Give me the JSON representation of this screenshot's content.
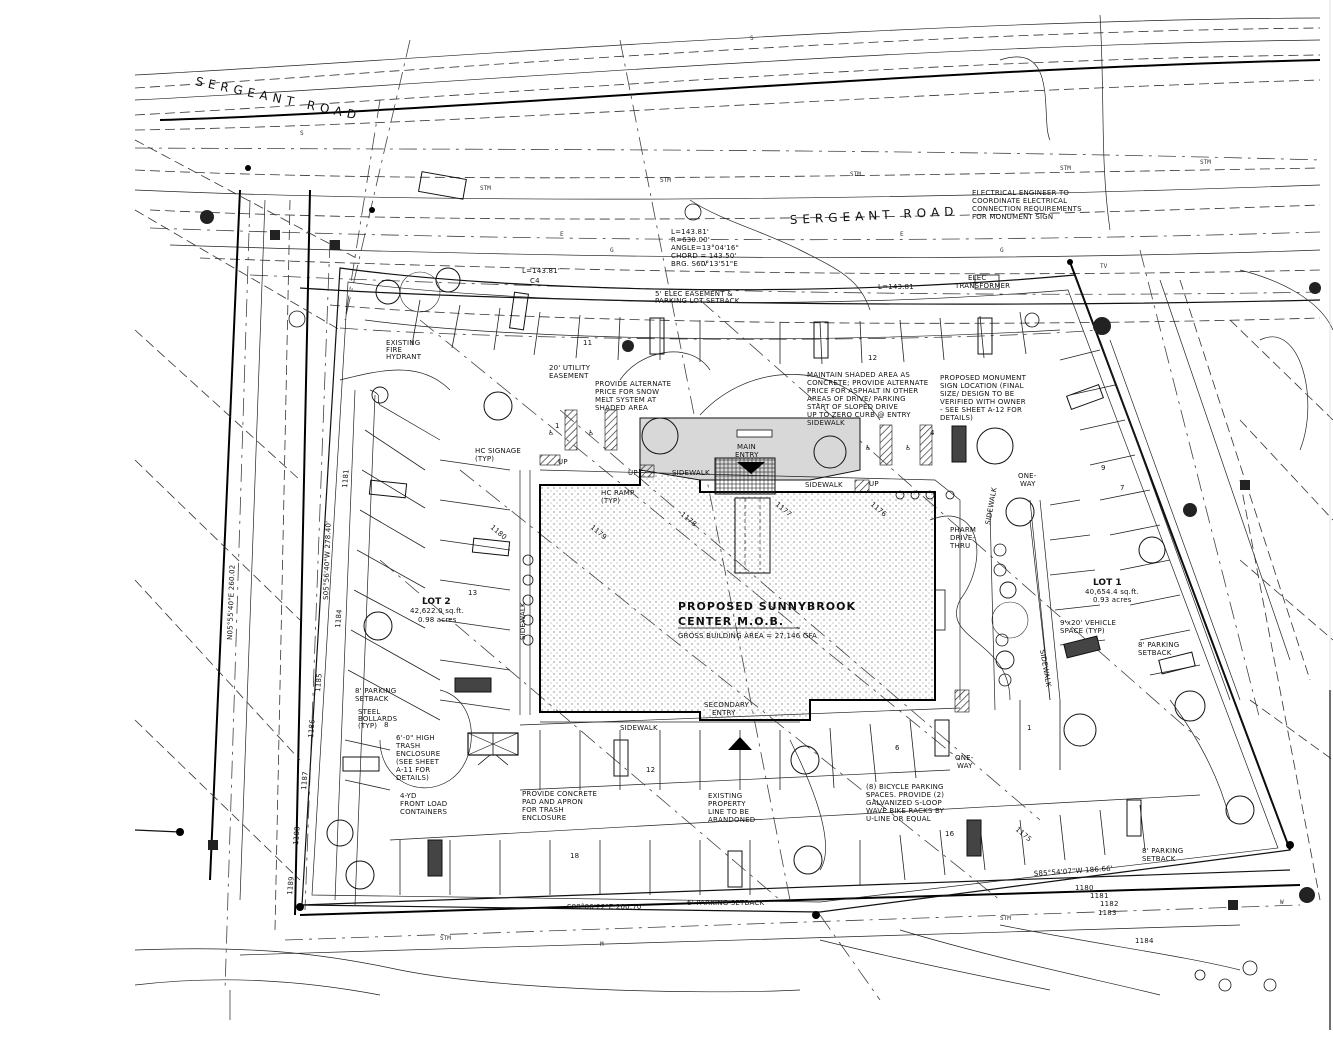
{
  "roads": {
    "upper": "SERGEANT ROAD",
    "lower": "SERGEANT ROAD"
  },
  "building": {
    "name_line1": "PROPOSED SUNNYBROOK",
    "name_line2": "CENTER M.O.B.",
    "area": "GROSS BUILDING AREA = 27,146 GFA",
    "main_entry_1": "MAIN",
    "main_entry_2": "ENTRY",
    "secondary_entry_1": "SECONDARY",
    "secondary_entry_2": "ENTRY"
  },
  "lots": {
    "lot2": {
      "name": "LOT 2",
      "sqft": "42,622.0 sq.ft.",
      "acres": "0.98 acres"
    },
    "lot1": {
      "name": "LOT 1",
      "sqft": "40,654.4 sq.ft.",
      "acres": "0.93 acres"
    }
  },
  "notes": {
    "electrical": [
      "ELECTRICAL ENGINEER TO",
      "COORDINATE ELECTRICAL",
      "CONNECTION REQUIREMENTS",
      "FOR MONUMENT SIGN"
    ],
    "monument": [
      "PROPOSED MONUMENT",
      "SIGN LOCATION (FINAL",
      "SIZE/ DESIGN TO BE",
      "VERIFIED WITH OWNER",
      "- SEE SHEET A-12 FOR",
      "DETAILS)"
    ],
    "shaded": [
      "MAINTAIN SHADED AREA AS",
      "CONCRETE; PROVIDE ALTERNATE",
      "PRICE FOR ASPHALT IN OTHER",
      "AREAS OF DRIVE/ PARKING",
      "START OF SLOPED DRIVE",
      "UP TO ZERO CURB @ ENTRY",
      "SIDEWALK"
    ],
    "snowmelt": [
      "PROVIDE ALTERNATE",
      "PRICE FOR SNOW",
      "MELT SYSTEM AT",
      "SHADED AREA"
    ],
    "elec_easement": [
      "5' ELEC EASEMENT &",
      "PARKING LOT SETBACK"
    ],
    "utility_easement": [
      "20' UTILITY",
      "EASEMENT"
    ],
    "hydrant": [
      "EXISTING",
      "FIRE",
      "HYDRANT"
    ],
    "hc_signage": [
      "HC SIGNAGE",
      "(TYP)"
    ],
    "hc_ramp": [
      "HC RAMP",
      "(TYP)"
    ],
    "transformer": [
      "ELEC",
      "TRANSFORMER"
    ],
    "pharm": [
      "PHARM",
      "DRIVE-",
      "THRU"
    ],
    "vehicle_space": [
      "9'x20' VEHICLE",
      "SPACE (TYP)"
    ],
    "parking_setback": [
      "8' PARKING",
      "SETBACK"
    ],
    "steel_bollards": [
      "STEEL",
      "BOLLARDS",
      "(TYP)"
    ],
    "trash": [
      "6'-0\" HIGH",
      "TRASH",
      "ENCLOSURE",
      "(SEE SHEET",
      "A-11 FOR",
      "DETAILS)"
    ],
    "containers": [
      "4-YD",
      "FRONT LOAD",
      "CONTAINERS"
    ],
    "concrete_pad": [
      "PROVIDE CONCRETE",
      "PAD AND APRON",
      "FOR TRASH",
      "ENCLOSURE"
    ],
    "property_line": [
      "EXISTING",
      "PROPERTY",
      "LINE TO BE",
      "ABANDONED"
    ],
    "bicycle": [
      "(8) BICYCLE PARKING",
      "SPACES. PROVIDE (2)",
      "GALVANIZED S-LOOP",
      "WAVE BIKE RACKS BY",
      "U-LINE OR EQUAL"
    ],
    "setback_bottom": "6' PARKING SETBACK",
    "one_way": [
      "ONE-",
      "WAY"
    ],
    "curve": [
      "L=143.81'",
      "R=630.00'",
      "ANGLE=13°04'16\"",
      "CHORD = 143.50'",
      "BRG. S60°13'51\"E"
    ],
    "curve_short": [
      "L=143.81'",
      "C4"
    ],
    "curve_right": "L=143.81",
    "bearing_bottom": "S88°06'22\"E 200.70",
    "bearing_bottom_right": "S85°54'07\"W 186.66'",
    "bearing_left": "N05°55'40\"E 260.02",
    "bearing_left_inner": "S05°56'40\"W 278.40'"
  },
  "labels": {
    "sidewalk": "SIDEWALK",
    "up": "UP",
    "stall_counts": [
      "11",
      "12",
      "4",
      "9",
      "13",
      "8",
      "12",
      "18",
      "16",
      "1",
      "6",
      "1",
      "7"
    ]
  },
  "contours": [
    "1181",
    "1180",
    "1179",
    "1178",
    "1177",
    "1176",
    "1182",
    "1183",
    "1184",
    "1185",
    "1186",
    "1187",
    "1188",
    "1189",
    "1175"
  ],
  "utility_codes": {
    "storm": "STM",
    "electric": "E",
    "gas": "G",
    "sewer": "S",
    "tv": "TV",
    "water": "W",
    "mains": "M"
  }
}
